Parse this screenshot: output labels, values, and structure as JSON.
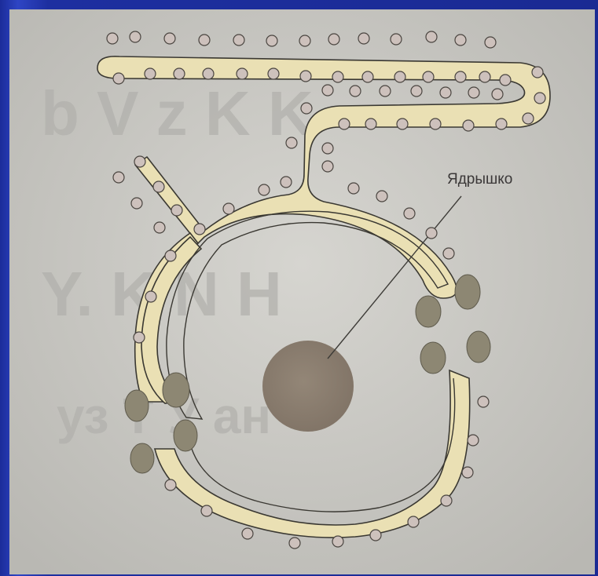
{
  "labels": {
    "nucleolus": "Ядрышко"
  },
  "colors": {
    "slide_background": "#1d2f9e",
    "paper": "#c8c7c2",
    "membrane_fill": "#eae0b4",
    "membrane_outline": "#3a3832",
    "ribosome_fill": "#cdc1bc",
    "nuclear_pore_fill": "#8d8773",
    "nucleolus_fill": "#86786a",
    "leader_line": "#3e3c38"
  },
  "icons": {
    "ribosome": "small-circle",
    "nuclear_pore": "dark-oval"
  }
}
